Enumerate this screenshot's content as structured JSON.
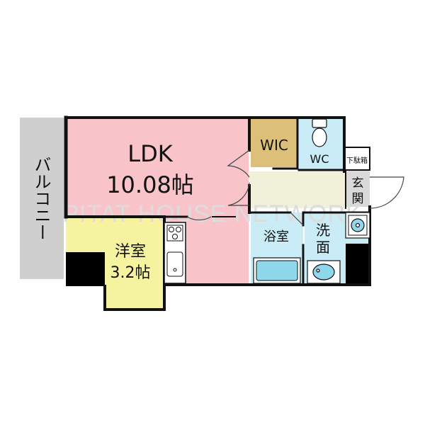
{
  "colors": {
    "balcony": "#cfcfcf",
    "ldk": "#f8c4c9",
    "western_room": "#f6f3a0",
    "wic": "#dcc07a",
    "wc": "#c9ecf6",
    "bath": "#c9ecf6",
    "washroom": "#c9ecf6",
    "corridor": "#f1f1da",
    "entrance": "#d9d9d9",
    "fixture_blue": "#8fd7ea",
    "wall": "#111111",
    "pillar": "#000000"
  },
  "watermark": "PITAT HOUSE NETWORK",
  "rooms": {
    "balcony": {
      "label": "バルコニー"
    },
    "ldk": {
      "label": "LDK",
      "size": "10.08帖"
    },
    "western_room": {
      "label": "洋室",
      "size": "3.2帖"
    },
    "wic": {
      "label": "WIC"
    },
    "wc": {
      "label": "WC"
    },
    "shoe_box": {
      "label": "下駄箱"
    },
    "entrance": {
      "label_top": "玄",
      "label_bottom": "関"
    },
    "bath": {
      "label": "浴室"
    },
    "washroom": {
      "label_top": "洗",
      "label_bottom": "面"
    }
  },
  "fixtures": {
    "stove": {
      "name": "stove-icon"
    },
    "sink": {
      "name": "kitchen-sink-icon"
    },
    "toilet": {
      "name": "toilet-icon"
    },
    "bathtub": {
      "name": "bathtub-icon"
    },
    "wash_basin": {
      "name": "wash-basin-icon"
    },
    "washing_machine": {
      "name": "washing-machine-icon"
    }
  }
}
